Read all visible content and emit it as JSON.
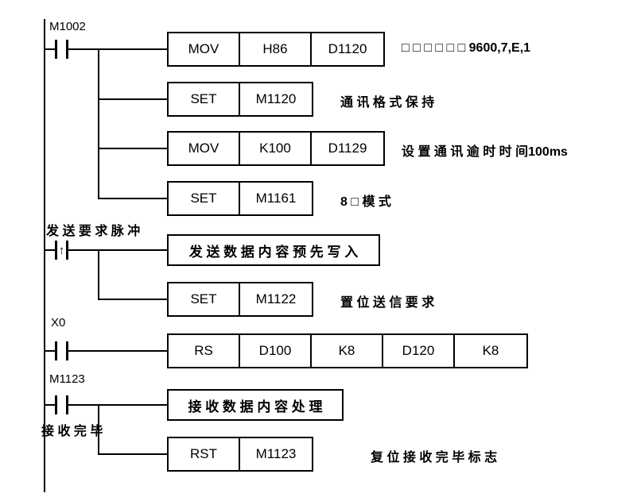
{
  "colors": {
    "line": "#000000",
    "background": "#ffffff",
    "text": "#000000"
  },
  "diagram": {
    "labels": {
      "rung1": "M1002",
      "rung2": "发 送 要 求 脉 冲",
      "rung3": "X0",
      "rung4": "M1123",
      "rung4_done": "接 收 完 毕"
    },
    "pulse_arrow": "↑",
    "rows": {
      "r1": {
        "c0": "MOV",
        "c1": "H86",
        "c2": "D1120",
        "comment": "□ □ □ □ □ □  9600,7,E,1"
      },
      "r2": {
        "c0": "SET",
        "c1": "M1120",
        "comment": "通 讯 格 式 保 持"
      },
      "r3": {
        "c0": "MOV",
        "c1": "K100",
        "c2": "D1129",
        "comment": "设 置 通 讯 逾 时 时 间100ms"
      },
      "r4": {
        "c0": "SET",
        "c1": "M1161",
        "comment": "8 □ 模 式"
      },
      "r5": {
        "c0": "发 送 数 据 内 容 预 先 写 入"
      },
      "r6": {
        "c0": "SET",
        "c1": "M1122",
        "comment": "置 位 送 信 要 求"
      },
      "r7": {
        "c0": "RS",
        "c1": "D100",
        "c2": "K8",
        "c3": "D120",
        "c4": "K8"
      },
      "r8": {
        "c0": "接 收 数 据 内 容 处 理"
      },
      "r9": {
        "c0": "RST",
        "c1": "M1123",
        "comment": "复 位 接 收 完 毕 标 志"
      }
    }
  }
}
